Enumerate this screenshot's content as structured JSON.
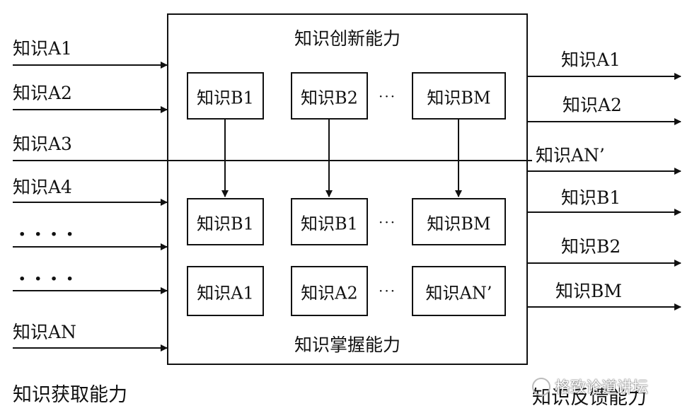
{
  "center": {
    "top_title": "知识创新能力",
    "bottom_title": "知识掌握能力",
    "row1": [
      "知识B1",
      "知识B2",
      "知识BM"
    ],
    "row2": [
      "知识B1",
      "知识B1",
      "知识BM"
    ],
    "row3": [
      "知识A1",
      "知识A2",
      "知识AN’"
    ],
    "ellipsis": "···"
  },
  "inputs": {
    "items": [
      "知识A1",
      "知识A2",
      "知识A3",
      "知识A4",
      "知识AN"
    ],
    "caption": "知识获取能力"
  },
  "outputs": {
    "items": [
      "知识A1",
      "知识A2",
      "知识AN’",
      "知识B1",
      "知识B2",
      "知识BM"
    ],
    "caption": "知识反馈能力"
  },
  "watermark": {
    "icon": "wechat-icon",
    "text": "格致论道讲坛"
  }
}
